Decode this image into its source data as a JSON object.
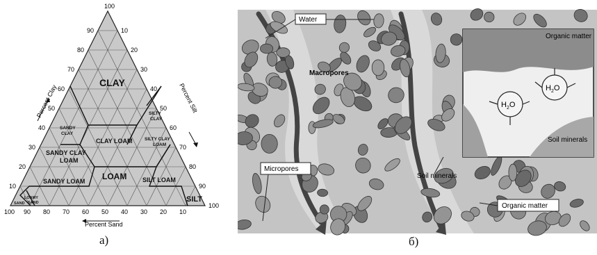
{
  "figure_a": {
    "caption": "a)",
    "apex_label": "100",
    "axis_clay": "Percent Clay",
    "axis_silt": "Percent Silt",
    "axis_sand": "Percent Sand",
    "ticks_left": [
      "90",
      "80",
      "70",
      "60",
      "50",
      "40",
      "30",
      "20",
      "10"
    ],
    "ticks_right": [
      "10",
      "20",
      "30",
      "40",
      "50",
      "60",
      "70",
      "80",
      "90",
      "100"
    ],
    "ticks_bottom": [
      "100",
      "90",
      "80",
      "70",
      "60",
      "50",
      "40",
      "30",
      "20",
      "10"
    ],
    "classes": {
      "clay": "CLAY",
      "silty_clay_1": "SILTY",
      "silty_clay_2": "CLAY",
      "sandy_clay_1": "SANDY",
      "sandy_clay_2": "CLAY",
      "clay_loam": "CLAY LOAM",
      "silty_clay_loam_1": "SILTY CLAY",
      "silty_clay_loam_2": "LOAM",
      "sandy_clay_loam_1": "SANDY CLAY",
      "sandy_clay_loam_2": "LOAM",
      "loam": "LOAM",
      "sandy_loam": "SANDY LOAM",
      "silt_loam": "SILT LOAM",
      "silt": "SILT",
      "loamy_sand_1": "LOAMY",
      "loamy_sand_2": "SAND",
      "sand": "SAND"
    }
  },
  "figure_b": {
    "caption": "б)",
    "labels": {
      "water": "Water",
      "macropores": "Macropores",
      "micropores": "Micropores",
      "soil_minerals_center": "Soil minerals",
      "organic_matter_bottom": "Organic matter",
      "organic_matter_inset": "Organic matter",
      "soil_minerals_inset": "Soil minerals",
      "h2o_1": "H",
      "h2o_2": "H"
    }
  },
  "colors": {
    "triangle_fill": "#c9c9c9",
    "grid_line": "#333333",
    "photo_bg": "#c4c4c4",
    "particle_fill": "#8a8a8a",
    "inset_bg": "#efefef"
  }
}
